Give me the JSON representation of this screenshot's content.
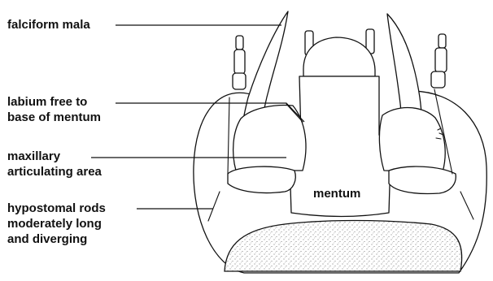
{
  "labels": {
    "falciform_mala": "falciform mala",
    "labium_line1": "labium free to",
    "labium_line2": "base of mentum",
    "maxillary_line1": "maxillary",
    "maxillary_line2": "articulating area",
    "hypostomal_line1": "hypostomal rods",
    "hypostomal_line2": "moderately long",
    "hypostomal_line3": "and diverging",
    "mentum": "mentum"
  },
  "colors": {
    "ink": "#111111",
    "background": "#ffffff",
    "stipple": "#555555"
  }
}
